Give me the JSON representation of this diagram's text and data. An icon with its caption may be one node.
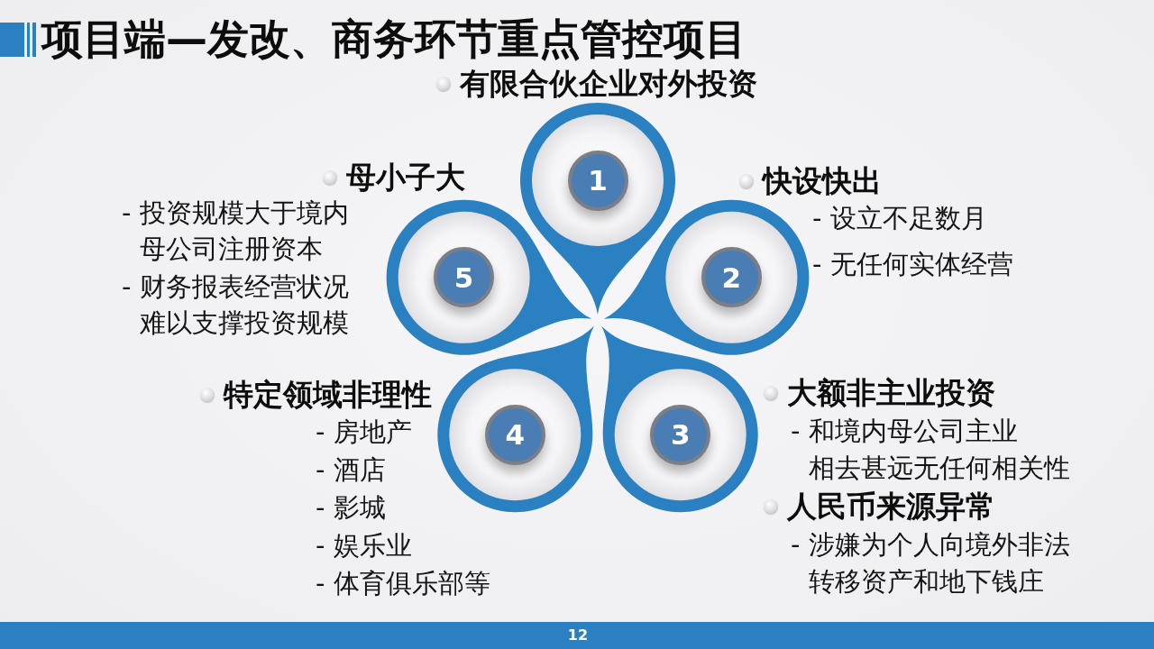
{
  "diagram": {
    "title": "项目端—发改、商务环节重点管控项目",
    "nodes": [
      {
        "text": [
          "1"
        ],
        "beside": [
          "有限合伙企业对外投资"
        ]
      },
      {
        "text": [
          "2"
        ],
        "beside": [
          "快设快出",
          "- 设立不足数月",
          "- 无任何实体经营"
        ]
      },
      {
        "text": [
          "3"
        ],
        "beside": [
          "大额非主业投资",
          "- 和境内母公司主业相去甚远无任何相关性",
          "人民币来源异常",
          "- 涉嫌为个人向境外非法转移资产和地下钱庄"
        ]
      },
      {
        "text": [
          "4"
        ],
        "beside": [
          "特定领域非理性",
          "- 房地产",
          "- 酒店",
          "- 影城",
          "- 娱乐业",
          "- 体育俱乐部等"
        ]
      },
      {
        "text": [
          "5"
        ],
        "beside": [
          "母小子大",
          "- 投资规模大于境内母公司注册资本",
          "- 财务报表经营状况难以支撑投资规模"
        ]
      }
    ],
    "labels": [
      "12"
    ]
  }
}
